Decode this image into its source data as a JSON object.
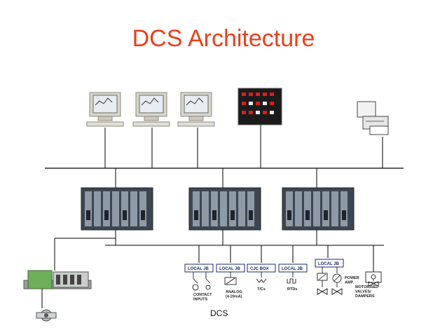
{
  "title": "DCS Architecture",
  "caption": "DCS",
  "junction_boxes": [
    {
      "label": "LOCAL JB",
      "device": "CONTACT\nINPUTS"
    },
    {
      "label": "LOCAL JB",
      "device": "ANALOG\n(4-20mA)"
    },
    {
      "label": "CJC BOX",
      "device": "T/Cs"
    },
    {
      "label": "LOCAL JB",
      "device": "RTDs"
    },
    {
      "label": "LOCAL JB",
      "device": "POWER\nAMP."
    }
  ],
  "final_device": "MOTORISED\nVALVES/\nDAMPERS",
  "colors": {
    "title": "#e8401c",
    "jb_border": "#1a2a6c"
  }
}
